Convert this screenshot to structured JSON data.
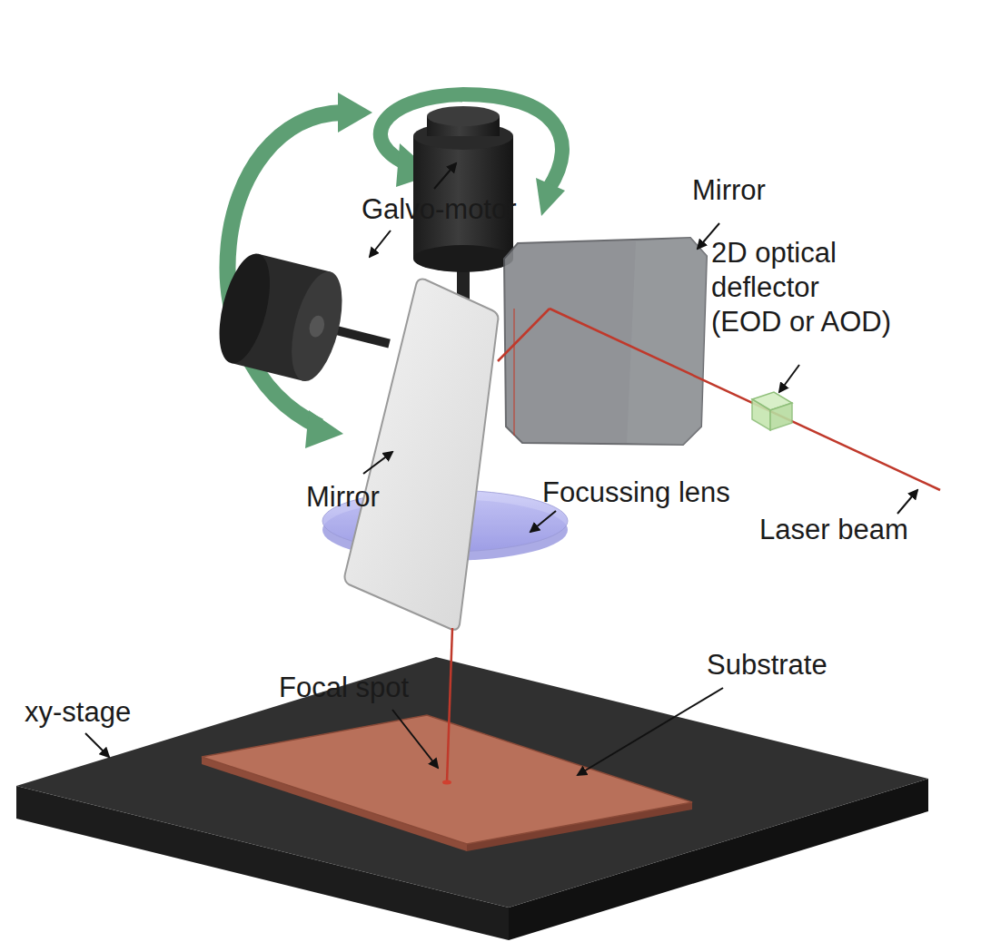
{
  "diagram": {
    "labels": [
      "Galvo-motor",
      "Mirror",
      "2D optical deflector (EOD or AOD)",
      "Mirror",
      "Focussing lens",
      "Laser beam",
      "Focal spot",
      "Substrate",
      "xy-stage"
    ]
  }
}
